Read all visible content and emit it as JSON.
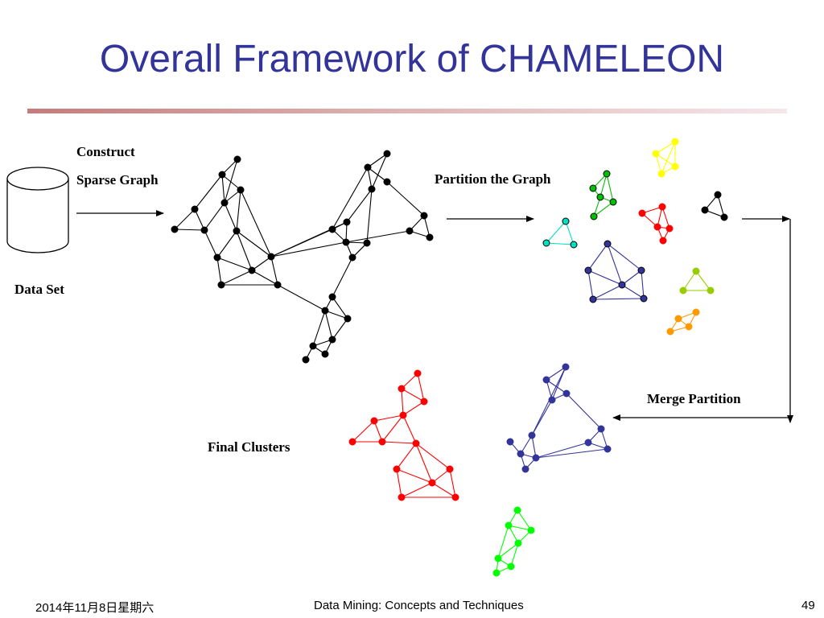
{
  "slide": {
    "title": "Overall Framework of CHAMELEON",
    "accent_color": "#33349a"
  },
  "labels": {
    "construct": "Construct",
    "sparse_graph": "Sparse Graph",
    "data_set": "Data Set",
    "partition": "Partition the Graph",
    "merge": "Merge Partition",
    "final_clusters": "Final Clusters"
  },
  "footer": {
    "date": "2014年11月8日星期六",
    "course": "Data Mining: Concepts and Techniques",
    "page": "49"
  },
  "icons": {
    "database": "database-cylinder-icon",
    "arrow": "arrow-right-icon"
  },
  "colors": {
    "graph": "#000000",
    "partition_yellow": "#ffff00",
    "partition_green": "#00c000",
    "partition_red": "#ff0000",
    "partition_black": "#000000",
    "partition_cyan": "#00e0c0",
    "partition_navy": "#33349a",
    "partition_lime": "#99cc00",
    "partition_orange": "#ff9900",
    "cluster_red": "#ff0000",
    "cluster_navy": "#33349a",
    "cluster_green": "#00ff00"
  }
}
